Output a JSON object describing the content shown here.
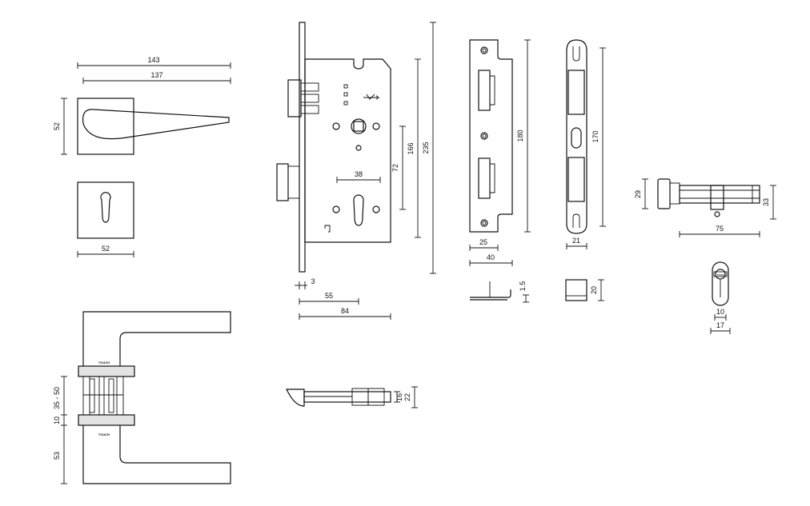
{
  "colors": {
    "line": "#111111",
    "background": "#ffffff",
    "fill": "#e3e3e3"
  },
  "rose": {
    "w143": "143",
    "w137": "137",
    "h52": "52",
    "w52": "52"
  },
  "lock_body": {
    "backset_38": "38",
    "dist_72": "72",
    "h166": "166",
    "h235": "235",
    "d3": "3",
    "d55": "55",
    "d84": "84"
  },
  "strike_plate": {
    "h180": "180",
    "w25": "25",
    "w40": "40",
    "t1_5": "1.5"
  },
  "keeper": {
    "h170": "170",
    "w21": "21",
    "d20": "20"
  },
  "cylinder": {
    "h29": "29",
    "h33": "33",
    "l75": "75",
    "w10": "10",
    "w17": "17",
    "logo_text": "TOUCH"
  },
  "handle_side": {
    "d35_50": "35 - 50",
    "d10": "10",
    "d53": "53",
    "logo_text": "TOUCH"
  },
  "latch": {
    "d16": "16",
    "d22": "22"
  }
}
